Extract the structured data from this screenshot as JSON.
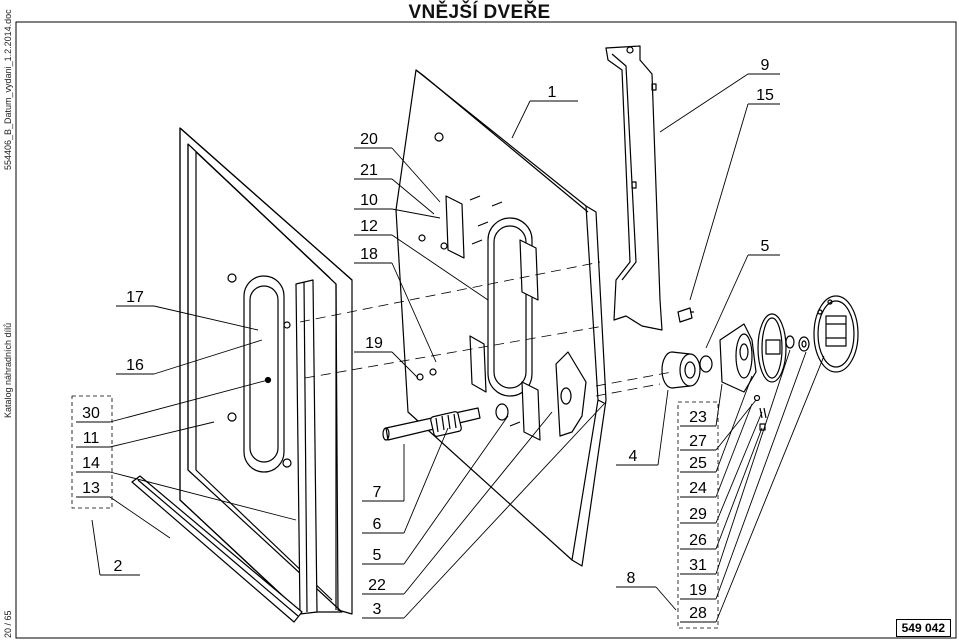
{
  "title": "VNĚJŠÍ DVEŘE",
  "side_text": {
    "file_name": "554406_B_Datum_vydani_1.2.2014.doc",
    "catalog": "Katalog náhradních dílů",
    "page": "20 / 65"
  },
  "drawing_number": "549 042",
  "parts": [
    {
      "num": "1"
    },
    {
      "num": "2"
    },
    {
      "num": "3"
    },
    {
      "num": "4"
    },
    {
      "num": "5"
    },
    {
      "num": "5"
    },
    {
      "num": "6"
    },
    {
      "num": "7"
    },
    {
      "num": "8"
    },
    {
      "num": "9"
    },
    {
      "num": "10"
    },
    {
      "num": "11"
    },
    {
      "num": "12"
    },
    {
      "num": "13"
    },
    {
      "num": "14"
    },
    {
      "num": "15"
    },
    {
      "num": "16"
    },
    {
      "num": "17"
    },
    {
      "num": "18"
    },
    {
      "num": "19"
    },
    {
      "num": "19"
    },
    {
      "num": "20"
    },
    {
      "num": "21"
    },
    {
      "num": "22"
    },
    {
      "num": "23"
    },
    {
      "num": "24"
    },
    {
      "num": "25"
    },
    {
      "num": "26"
    },
    {
      "num": "27"
    },
    {
      "num": "28"
    },
    {
      "num": "29"
    },
    {
      "num": "30"
    },
    {
      "num": "31"
    }
  ]
}
